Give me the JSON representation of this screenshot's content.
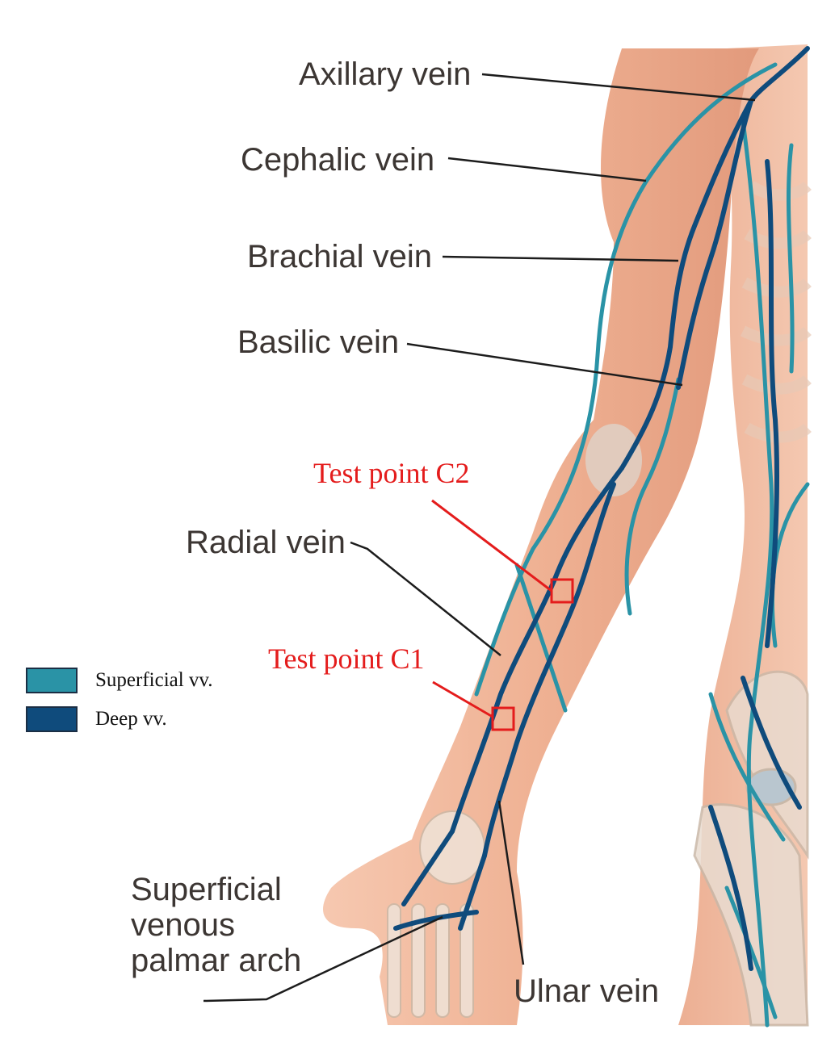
{
  "labels": {
    "axillary": "Axillary vein",
    "cephalic": "Cephalic vein",
    "brachial": "Brachial vein",
    "basilic": "Basilic vein",
    "radial": "Radial vein",
    "arch": "Superficial venous palmar arch",
    "ulnar": "Ulnar vein"
  },
  "test_points": {
    "c2": "Test point C2",
    "c1": "Test point C1",
    "color": "#e41c1c"
  },
  "legend": {
    "superficial": {
      "label": "Superficial vv.",
      "color": "#2a93a6"
    },
    "deep": {
      "label": "Deep vv.",
      "color": "#0f4b7c"
    }
  },
  "colors": {
    "skin": "#f1b79b",
    "skin_shadow": "#d99377",
    "bone": "#ead9cb",
    "leader_line": "#1c1c1c"
  }
}
